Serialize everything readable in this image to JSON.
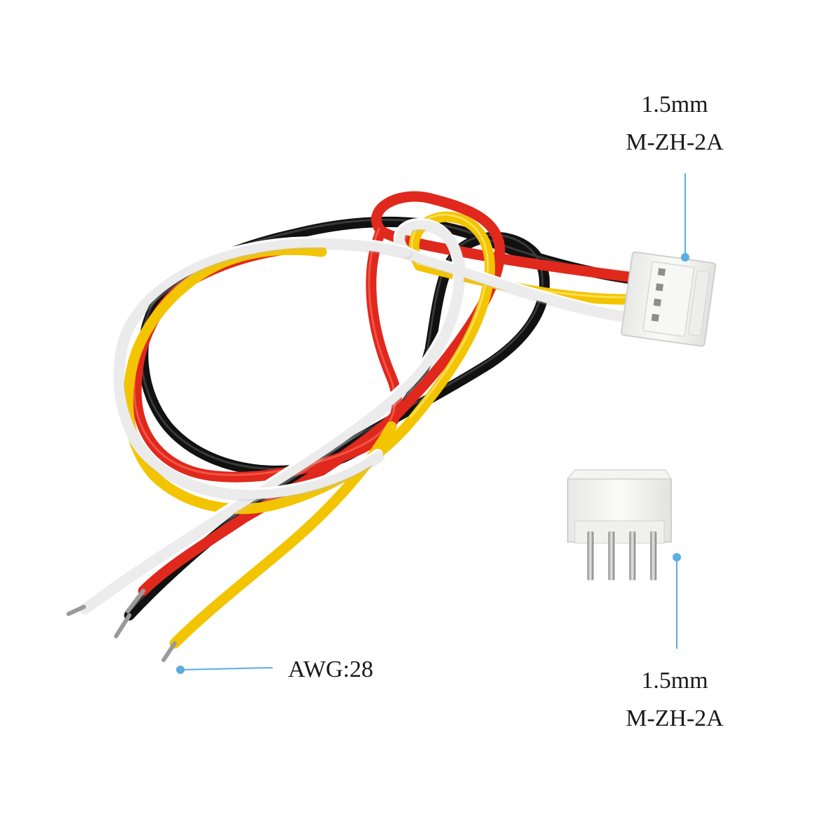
{
  "callouts": {
    "top_connector": {
      "line1": "1.5mm",
      "line2": "M-ZH-2A"
    },
    "bottom_connector": {
      "line1": "1.5mm",
      "line2": "M-ZH-2A"
    },
    "wire_gauge": {
      "label": "AWG:28"
    }
  },
  "colors": {
    "callout_line": "#5aaee0",
    "wire_red": "#e0281c",
    "wire_black": "#1a1a1a",
    "wire_white": "#f5f5f5",
    "wire_yellow": "#f3c400",
    "connector_housing": "#f2f2f0"
  },
  "wire_count": 4
}
